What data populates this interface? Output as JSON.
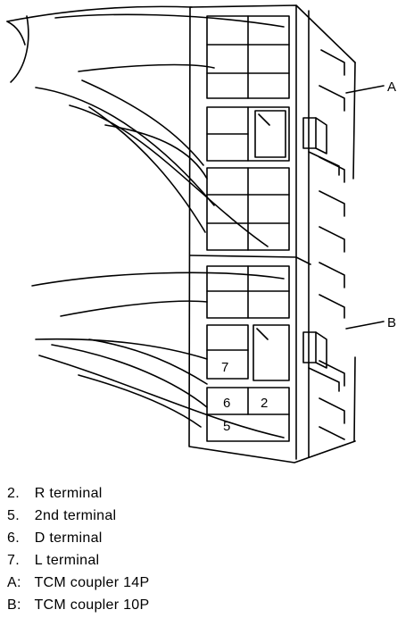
{
  "callouts": {
    "coupler_a": "A",
    "coupler_b": "B"
  },
  "terminals": {
    "t7": "7",
    "t6": "6",
    "t2": "2",
    "t5": "5"
  },
  "legend": [
    {
      "key": "2.",
      "text": "R terminal"
    },
    {
      "key": "5.",
      "text": "2nd terminal"
    },
    {
      "key": "6.",
      "text": "D terminal"
    },
    {
      "key": "7.",
      "text": "L terminal"
    },
    {
      "key": "A:",
      "text": "TCM coupler 14P"
    },
    {
      "key": "B:",
      "text": "TCM coupler 10P"
    }
  ]
}
